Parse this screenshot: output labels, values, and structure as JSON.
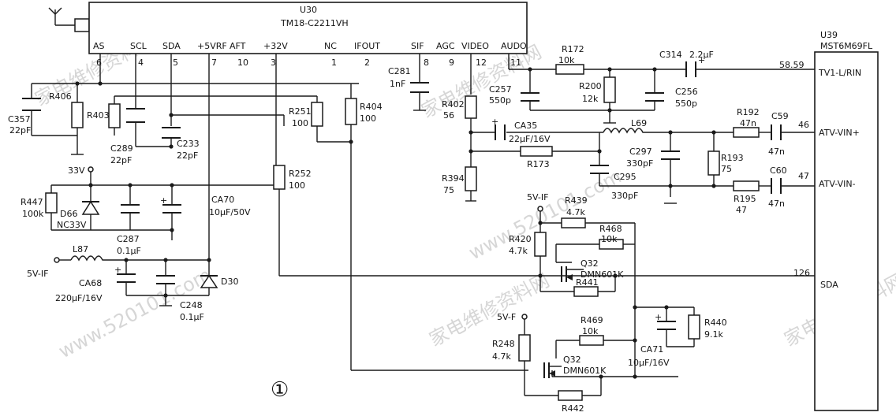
{
  "u30": {
    "ref": "U30",
    "part": "TM18-C2211VH",
    "pins": [
      {
        "name": "AS",
        "num": "6"
      },
      {
        "name": "SCL",
        "num": "4"
      },
      {
        "name": "SDA",
        "num": "5"
      },
      {
        "name": "+5VRF",
        "num": "7"
      },
      {
        "name": "AFT",
        "num": "10"
      },
      {
        "name": "+32V",
        "num": "3"
      },
      {
        "name": "NC",
        "num": "1"
      },
      {
        "name": "IFOUT",
        "num": "2"
      },
      {
        "name": "SIF",
        "num": "8"
      },
      {
        "name": "AGC",
        "num": "9"
      },
      {
        "name": "VIDEO",
        "num": "12"
      },
      {
        "name": "AUDO",
        "num": "11"
      }
    ]
  },
  "u39": {
    "ref": "U39",
    "part": "MST6M69FL",
    "pins": [
      {
        "name": "TV1-L/RIN",
        "num": "58.59"
      },
      {
        "name": "ATV-VIN+",
        "num": "46"
      },
      {
        "name": "ATV-VIN-",
        "num": "47"
      },
      {
        "name": "SDA",
        "num": "126"
      }
    ]
  },
  "components": [
    {
      "ref": "R406",
      "value": ""
    },
    {
      "ref": "C357",
      "value": "22pF"
    },
    {
      "ref": "R403",
      "value": ""
    },
    {
      "ref": "C289",
      "value": "22pF"
    },
    {
      "ref": "C233",
      "value": "22pF"
    },
    {
      "ref": "R251",
      "value": "100"
    },
    {
      "ref": "R404",
      "value": "100"
    },
    {
      "ref": "R252",
      "value": "100"
    },
    {
      "ref": "C281",
      "value": "1nF"
    },
    {
      "ref": "R402",
      "value": "56"
    },
    {
      "ref": "CA35",
      "value": "22μF/16V"
    },
    {
      "ref": "R173",
      "value": ""
    },
    {
      "ref": "R394",
      "value": "75"
    },
    {
      "ref": "C257",
      "value": "550p"
    },
    {
      "ref": "R172",
      "value": "10k"
    },
    {
      "ref": "R200",
      "value": "12k"
    },
    {
      "ref": "C256",
      "value": "550p"
    },
    {
      "ref": "C314",
      "value": "2.2μF"
    },
    {
      "ref": "L69",
      "value": ""
    },
    {
      "ref": "C297",
      "value": "330pF"
    },
    {
      "ref": "C295",
      "value": "330pF"
    },
    {
      "ref": "R192",
      "value": "47n"
    },
    {
      "ref": "C59",
      "value": "47n"
    },
    {
      "ref": "R193",
      "value": "75"
    },
    {
      "ref": "R195",
      "value": "47"
    },
    {
      "ref": "C60",
      "value": "47n"
    },
    {
      "ref": "R447",
      "value": "100k"
    },
    {
      "ref": "D66",
      "value": "NC33V"
    },
    {
      "ref": "C287",
      "value": "0.1μF"
    },
    {
      "ref": "CA70",
      "value": "10μF/50V"
    },
    {
      "ref": "L87",
      "value": ""
    },
    {
      "ref": "CA68",
      "value": "220μF/16V"
    },
    {
      "ref": "C248",
      "value": "0.1μF"
    },
    {
      "ref": "D30",
      "value": ""
    },
    {
      "ref": "R439",
      "value": "4.7k"
    },
    {
      "ref": "R420",
      "value": "4.7k"
    },
    {
      "ref": "R468",
      "value": "10k"
    },
    {
      "ref": "Q32",
      "value": "DMN601K"
    },
    {
      "ref": "R441",
      "value": ""
    },
    {
      "ref": "R469",
      "value": "10k"
    },
    {
      "ref": "R248",
      "value": "4.7k"
    },
    {
      "ref": "Q32",
      "value": "DMN601K"
    },
    {
      "ref": "R442",
      "value": ""
    },
    {
      "ref": "CA71",
      "value": "10μF/16V"
    },
    {
      "ref": "R440",
      "value": "9.1k"
    }
  ],
  "rails": [
    {
      "label": "33V"
    },
    {
      "label": "5V-IF"
    },
    {
      "label": "5V-IF"
    },
    {
      "label": "5V-F"
    }
  ],
  "figure_mark": "①",
  "watermarks": [
    "家电维修资料网",
    "www.520101.com",
    "家电维修资料网",
    "www.520101.com",
    "家电维修资料网",
    "家电维修资料网"
  ],
  "colors": {
    "ink": "#1a1a1a",
    "watermark": "#d6d6d6",
    "background": "#ffffff"
  }
}
